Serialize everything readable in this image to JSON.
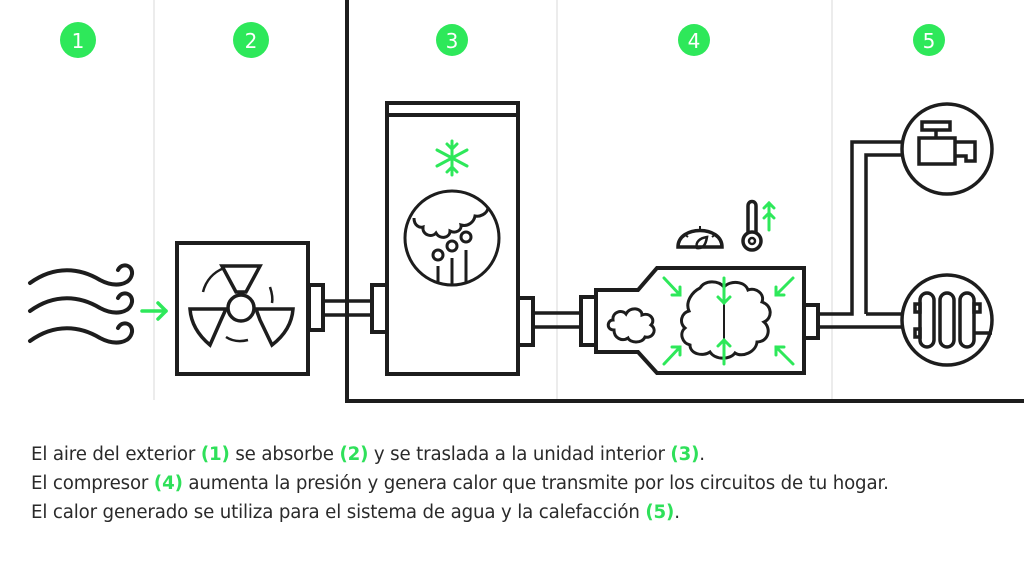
{
  "colors": {
    "accent": "#2ee85a",
    "stroke": "#1d1d1d",
    "divider": "#e6e6e6"
  },
  "steps": [
    {
      "number": "1",
      "icon": "wind-icon"
    },
    {
      "number": "2",
      "icon": "fan-unit-icon"
    },
    {
      "number": "3",
      "icon": "indoor-unit-icon"
    },
    {
      "number": "4",
      "icon": "compressor-icon"
    },
    {
      "number": "5",
      "icon": "tap-and-radiator-icon"
    }
  ],
  "caption": {
    "line1": {
      "a": "El aire del exterior ",
      "r1": "(1)",
      "b": " se absorbe ",
      "r2": "(2)",
      "c": " y se traslada a la unidad interior ",
      "r3": "(3)",
      "d": "."
    },
    "line2": {
      "a": "El compresor ",
      "r1": "(4)",
      "b": " aumenta la presión y genera calor que transmite por los circuitos de tu hogar."
    },
    "line3": {
      "a": "El calor generado se utiliza para el sistema de agua y la calefacción ",
      "r1": "(5)",
      "b": "."
    }
  }
}
